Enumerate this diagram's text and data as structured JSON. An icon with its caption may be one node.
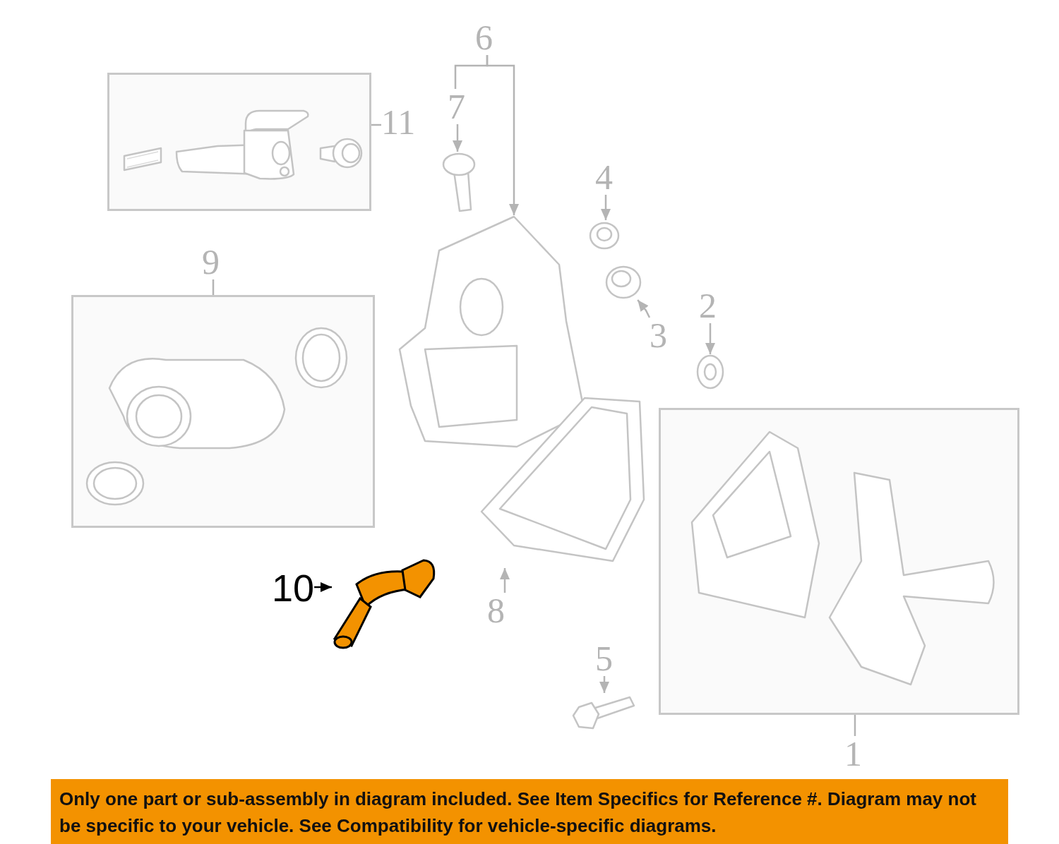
{
  "diagram": {
    "caption": "Only one part or sub-assembly in diagram included. See Item Specifics for Reference #. Diagram may not be specific to your vehicle. See Compatibility for vehicle-specific diagrams.",
    "nodes": [
      {
        "text": [],
        "shape": "box"
      },
      {
        "text": [],
        "shape": "picture",
        "in": 0
      },
      {
        "text": [],
        "shape": "picture",
        "in": 0
      },
      {
        "text": [],
        "shape": "picture",
        "in": 0
      },
      {
        "text": [
          "11"
        ]
      },
      {
        "text": [
          "6"
        ]
      },
      {
        "text": [
          "7"
        ]
      },
      {
        "text": [],
        "shape": "picture"
      },
      {
        "text": [],
        "shape": "picture"
      },
      {
        "text": [
          "4"
        ]
      },
      {
        "text": [],
        "shape": "picture"
      },
      {
        "text": [],
        "shape": "picture"
      },
      {
        "text": [
          "3"
        ]
      },
      {
        "text": [
          "9"
        ]
      },
      {
        "text": [],
        "shape": "box"
      },
      {
        "text": [],
        "shape": "picture",
        "in": 14
      },
      {
        "text": [],
        "shape": "picture",
        "in": 14
      },
      {
        "text": [],
        "shape": "picture",
        "in": 14
      },
      {
        "text": [
          "2"
        ]
      },
      {
        "text": [],
        "shape": "picture"
      },
      {
        "text": [],
        "shape": "picture"
      },
      {
        "text": [
          "8"
        ]
      },
      {
        "text": [],
        "shape": "box"
      },
      {
        "text": [],
        "shape": "picture",
        "in": 22
      },
      {
        "text": [],
        "shape": "picture",
        "in": 22
      },
      {
        "text": [
          "10"
        ]
      },
      {
        "text": [],
        "shape": "picture"
      },
      {
        "text": [
          "5"
        ]
      },
      {
        "text": [],
        "shape": "picture"
      },
      {
        "text": [
          "1"
        ]
      }
    ],
    "edges": [
      {
        "from": 4,
        "to": 0,
        "arrow": "none"
      },
      {
        "from": 5,
        "to": 8,
        "arrow": "to"
      },
      {
        "from": 5,
        "to": 6,
        "arrow": "none"
      },
      {
        "from": 6,
        "to": 7,
        "arrow": "to"
      },
      {
        "from": 9,
        "to": 10,
        "arrow": "to"
      },
      {
        "from": 12,
        "to": 11,
        "arrow": "to"
      },
      {
        "from": 13,
        "to": 14,
        "arrow": "none"
      },
      {
        "from": 18,
        "to": 19,
        "arrow": "to"
      },
      {
        "from": 21,
        "to": 20,
        "arrow": "to"
      },
      {
        "from": 25,
        "to": 26,
        "arrow": "to",
        "color": "#000000"
      },
      {
        "from": 27,
        "to": 28,
        "arrow": "to"
      },
      {
        "from": 29,
        "to": 22,
        "arrow": "none"
      }
    ]
  }
}
